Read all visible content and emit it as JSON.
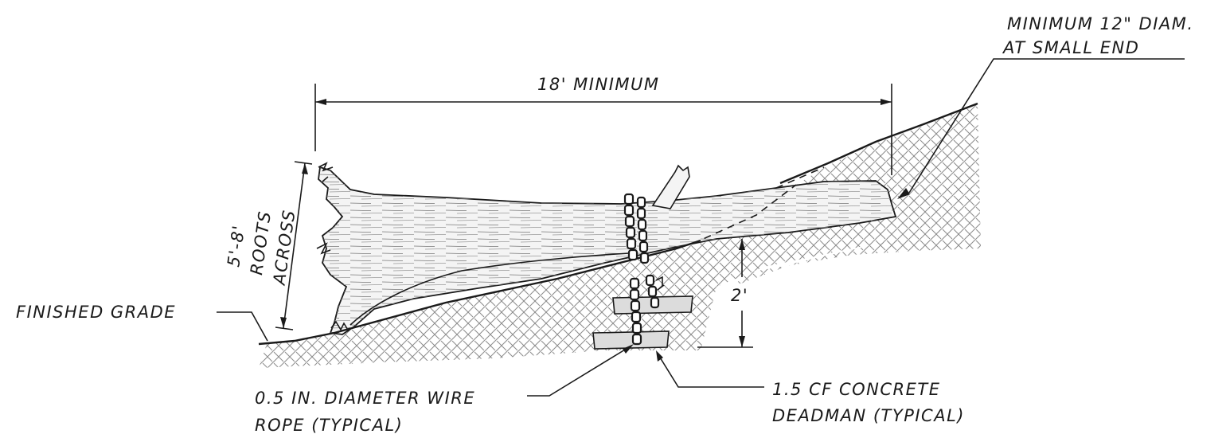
{
  "labels": {
    "min_diam_1": "MINIMUM 12\" DIAM.",
    "min_diam_2": "AT SMALL END",
    "length": "18' MINIMUM",
    "roots_1": "5'-8'",
    "roots_2": "ROOTS",
    "roots_3": "ACROSS",
    "finished_grade": "FINISHED GRADE",
    "depth": "2'",
    "wire_1": "0.5 IN. DIAMETER WIRE",
    "wire_2": "ROPE (TYPICAL)",
    "deadman_1": "1.5 CF CONCRETE",
    "deadman_2": "DEADMAN (TYPICAL)"
  },
  "colors": {
    "ink": "#1a1a1a",
    "soil_hatch": "#8a8a8a",
    "log_fill": "#f4f4f4",
    "wood_grain": "#6d6d6d"
  }
}
